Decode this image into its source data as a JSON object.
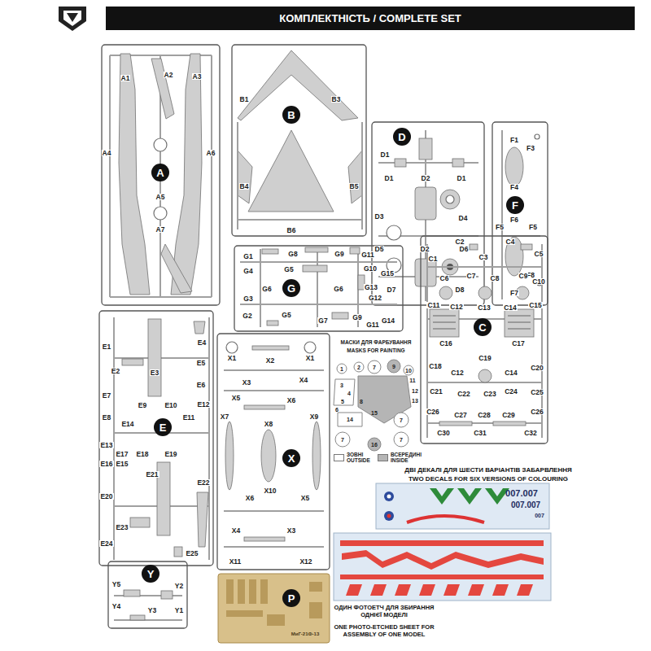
{
  "diagram": {
    "title": "КОМПЛЕКТНІСТЬ / COMPLETE SET",
    "nodes": [
      {
        "text": [
          "A"
        ]
      },
      {
        "text": [
          "B"
        ]
      },
      {
        "text": [
          "D"
        ]
      },
      {
        "text": [
          "F"
        ]
      },
      {
        "text": [
          "G"
        ]
      },
      {
        "text": [
          "C"
        ]
      },
      {
        "text": [
          "E"
        ]
      },
      {
        "text": [
          "X"
        ]
      },
      {
        "text": [
          "Y"
        ]
      },
      {
        "text": [
          "P"
        ]
      }
    ],
    "labels": [
      "A1",
      "A2",
      "A3",
      "A4",
      "A5",
      "A6",
      "A7",
      "B1",
      "B3",
      "B4",
      "B5",
      "B6",
      "D1",
      "D1",
      "D2",
      "D1",
      "D3",
      "D4",
      "D5",
      "D2",
      "D6",
      "D7",
      "D8",
      "F1",
      "F3",
      "F4",
      "F5",
      "F6",
      "F5",
      "F8",
      "F7",
      "G1",
      "G8",
      "G9",
      "G11",
      "G4",
      "G5",
      "G10",
      "G15",
      "G6",
      "G6",
      "G13",
      "G3",
      "G12",
      "G2",
      "G5",
      "G7",
      "G9",
      "G11",
      "G14",
      "C1",
      "C2",
      "C3",
      "C4",
      "C5",
      "C6",
      "C7",
      "C8",
      "C9",
      "C10",
      "C11",
      "C12",
      "C13",
      "C14",
      "C15",
      "C16",
      "C17",
      "C18",
      "C12",
      "C19",
      "C14",
      "C20",
      "C21",
      "C22",
      "C23",
      "C24",
      "C25",
      "C26",
      "C27",
      "C28",
      "C29",
      "C26",
      "C30",
      "C31",
      "C32",
      "E1",
      "E4",
      "E2",
      "E3",
      "E5",
      "E6",
      "E7",
      "E9",
      "E10",
      "E12",
      "E8",
      "E11",
      "E14",
      "E13",
      "E17",
      "E18",
      "E19",
      "E16",
      "E15",
      "E21",
      "E22",
      "E20",
      "E23",
      "E24",
      "E25",
      "X1",
      "X2",
      "X1",
      "X3",
      "X4",
      "X5",
      "X6",
      "X7",
      "X8",
      "X9",
      "X10",
      "X6",
      "X5",
      "X4",
      "X3",
      "X11",
      "X12",
      "Y5",
      "Y2",
      "Y4",
      "Y3",
      "Y1",
      "МиГ-21Ф-13",
      "МАСКИ ДЛЯ ФАРБУВАННЯ",
      "MASKS FOR PAINTING",
      "1",
      "2",
      "7",
      "9",
      "10",
      "11",
      "3",
      "4",
      "5",
      "12",
      "6",
      "8",
      "13",
      "14",
      "15",
      "7",
      "7",
      "16",
      "7",
      "ДВІ ДЕКАЛІ ДЛЯ ШЕСТИ ВАРІАНТІВ ЗАБАРВЛЕННЯ",
      "TWO DECALS FOR SIX VERSIONS OF COLOURING",
      "007.007",
      "007.007",
      "007",
      "ОДИН ФОТОЕТЧ ДЛЯ ЗБИРАННЯ ОДНІЄЇ МОДЕЛІ",
      "ONE PHOTO-ETCHED SHEET FOR ASSEMBLY OF ONE MODEL"
    ],
    "legend": [
      {
        "text": "ЗОВНІ OUTSIDE",
        "color": "#ffffff"
      },
      {
        "text": "ВСЕРЕДИНІ INSIDE",
        "color": "#b5b5b5"
      }
    ]
  }
}
